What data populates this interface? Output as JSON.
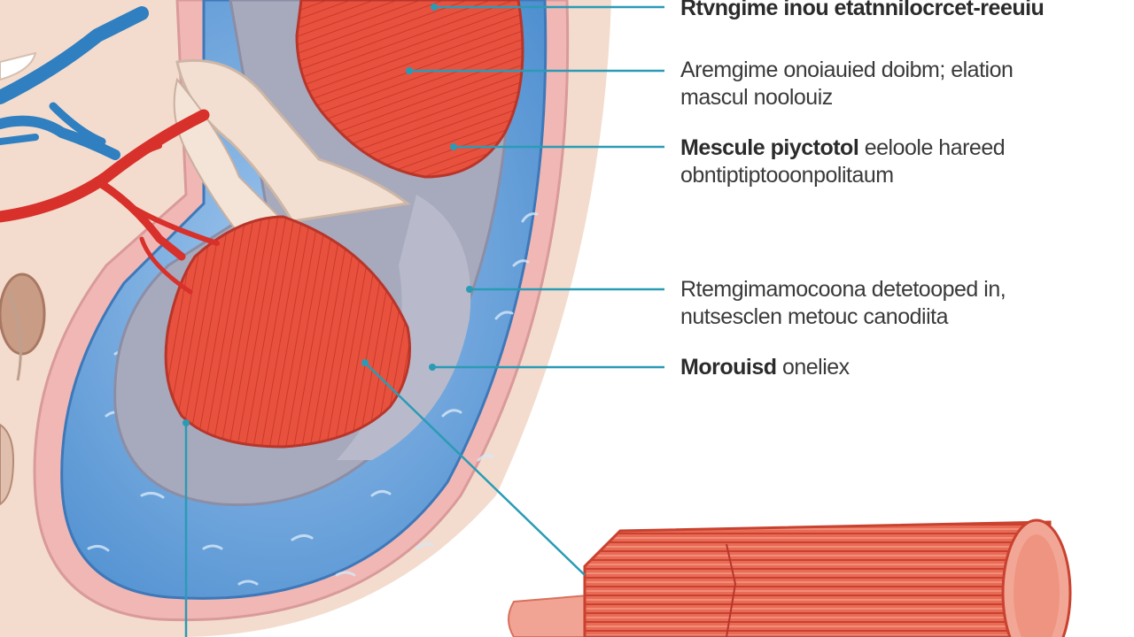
{
  "colors": {
    "muscle": "#e8513e",
    "muscle_dark": "#c93a2a",
    "muscle_light": "#f2876f",
    "vein": "#2f7fc1",
    "artery": "#d8302a",
    "tissue_blue": "#7fb0e0",
    "tissue_gray": "#a7a9bd",
    "skin": "#f3dccd",
    "leader": "#2b9bb5"
  },
  "labels": [
    {
      "primary": "Rtvngime inou etatnnilocrcet-reeuiu",
      "secondary": ""
    },
    {
      "primary": "Aremgime onoiauied doibm; elation",
      "secondary": "mascul noolouiz"
    },
    {
      "primary": "Mescule piyctotol",
      "primary_tail": "eeloole hareed",
      "secondary": "obntiptiptooonpolitaum"
    },
    {
      "primary": "Rtemgimamocoona detetooped in,",
      "secondary": "nutsesclen metouc canodiita"
    },
    {
      "primary": "Morouisd",
      "primary_tail": "oneliex",
      "secondary": ""
    }
  ]
}
